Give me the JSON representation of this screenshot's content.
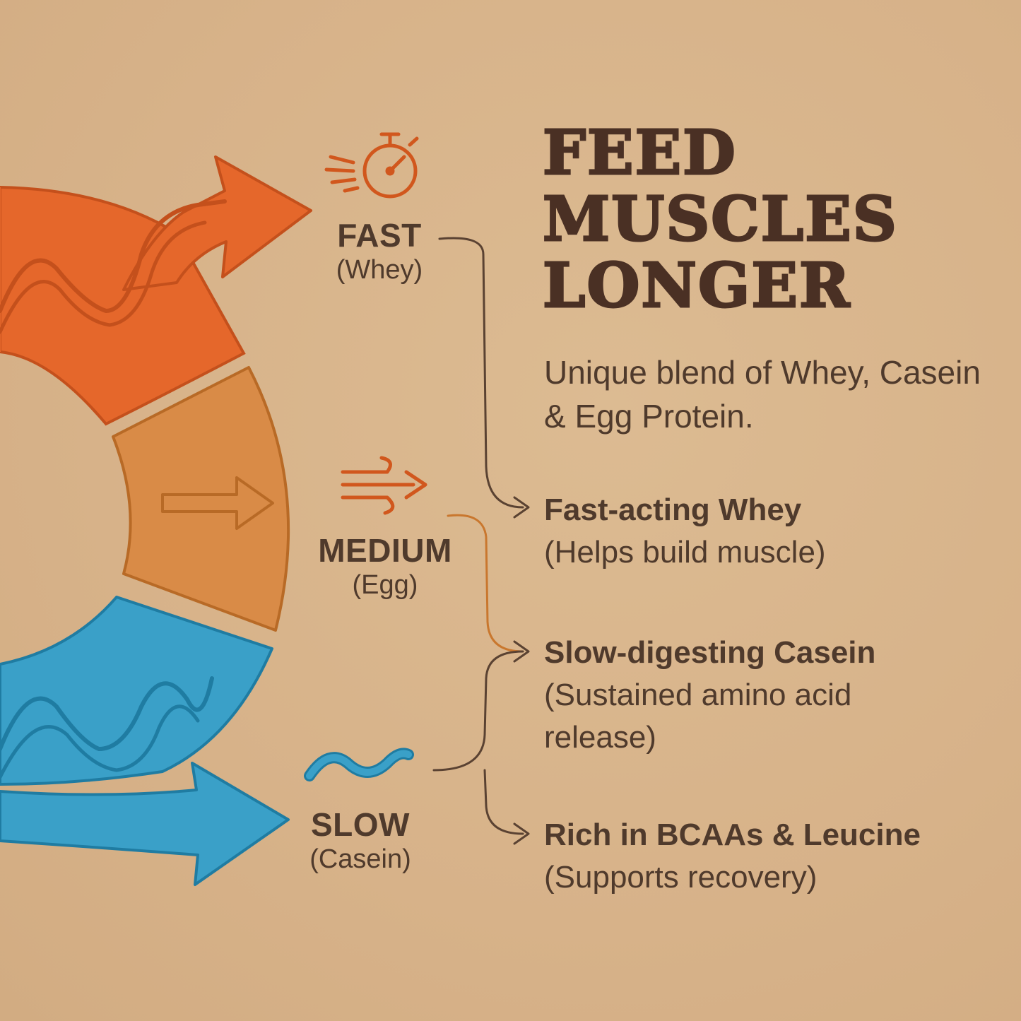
{
  "colors": {
    "background": "#d9b68c",
    "fast": "#e5672b",
    "medium": "#d98b47",
    "slow": "#3aa0c8",
    "text": "#4a3426",
    "connector": "#5a4232",
    "medium_connector": "#c9772e"
  },
  "speeds": [
    {
      "name": "FAST",
      "source": "(Whey)",
      "icon": "stopwatch-icon"
    },
    {
      "name": "MEDIUM",
      "source": "(Egg)",
      "icon": "wind-arrow-icon"
    },
    {
      "name": "SLOW",
      "source": "(Casein)",
      "icon": "wave-icon"
    }
  ],
  "headline": {
    "line1": "FEED",
    "line2": "MUSCLES",
    "line3": "LONGER"
  },
  "tagline": "Unique blend of Whey, Casein & Egg Protein.",
  "benefits": [
    {
      "title": "Fast-acting Whey",
      "desc": "(Helps build muscle)"
    },
    {
      "title": "Slow-digesting Casein",
      "desc": "(Sustained amino acid release)"
    },
    {
      "title": "Rich in BCAAs & Leucine",
      "desc": "(Supports recovery)"
    }
  ]
}
